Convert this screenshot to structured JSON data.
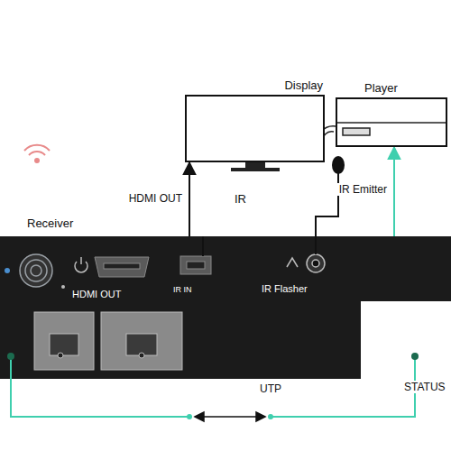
{
  "diagram": {
    "nodes": [
      {
        "text": [
          "Display"
        ]
      },
      {
        "text": [
          "Player"
        ]
      },
      {
        "text": [
          "Receiver"
        ]
      }
    ],
    "edges": [
      {
        "from": 2,
        "to": 0,
        "arrow": "to",
        "label": "HDMI OUT"
      },
      {
        "from": 2,
        "to": 1,
        "arrow": "to",
        "label": "IR Emitter"
      }
    ],
    "labels": [
      "IR",
      "HDMI OUT",
      "IR IN",
      "IR Flasher",
      "UTP",
      "STATUS"
    ]
  }
}
